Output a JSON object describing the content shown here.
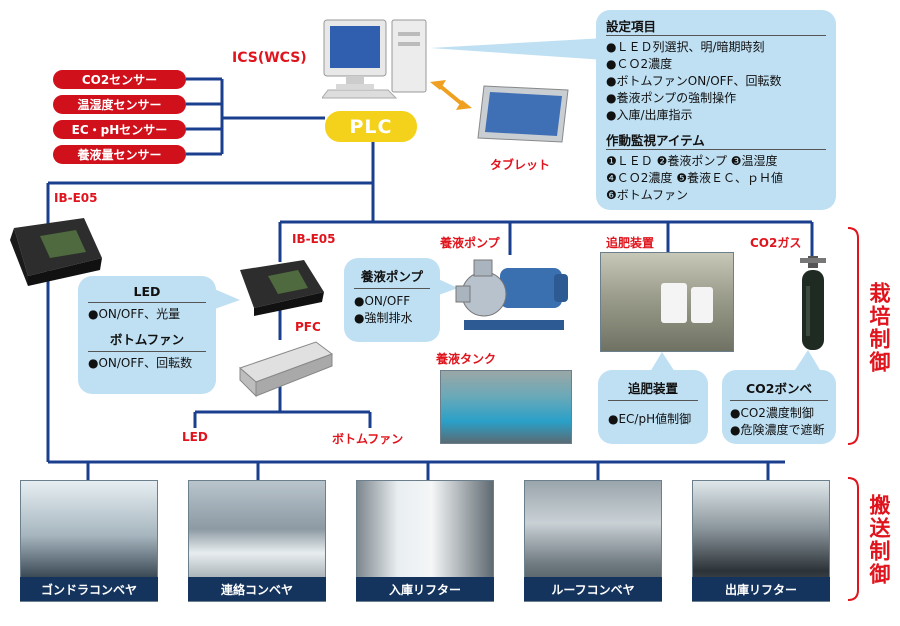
{
  "header": {
    "system_label": "ICS(WCS)",
    "plc_label": "PLC",
    "tablet_label": "タブレット"
  },
  "sensors": [
    "CO2センサー",
    "温湿度センサー",
    "EC・pHセンサー",
    "養液量センサー"
  ],
  "settings_panel": {
    "title": "設定項目",
    "items": [
      "●ＬＥＤ列選択、明/暗期時刻",
      "●ＣＯ2濃度",
      "●ボトムファンON/OFF、回転数",
      "●養液ポンプの強制操作",
      "●入庫/出庫指示"
    ],
    "monitor_title": "作動監視アイテム",
    "monitor_items": [
      "❶ＬＥＤ ❷養液ポンプ ❸温湿度",
      "❹ＣＯ2濃度 ❺養液ＥＣ、ｐＨ値",
      "❻ボトムファン"
    ]
  },
  "devices": {
    "ib_left": "IB-E05",
    "ib_center": "IB-E05",
    "pfc": "PFC",
    "led": "LED",
    "bottom_fan": "ボトムファン",
    "pump": "養液ポンプ",
    "tank": "養液タンク",
    "fertilizer": "追肥装置",
    "co2_gas": "CO2ガス"
  },
  "led_bubble": {
    "title": "LED",
    "item1": "●ON/OFF、光量",
    "title2": "ボトムファン",
    "item2": "●ON/OFF、回転数"
  },
  "pump_bubble": {
    "title": "養液ポンプ",
    "item1": "●ON/OFF",
    "item2": "●強制排水"
  },
  "fert_bubble": {
    "title": "追肥装置",
    "item1": "●EC/pH値制御"
  },
  "co2_bubble": {
    "title": "CO2ボンベ",
    "item1": "●CO2濃度制御",
    "item2": "●危険濃度で遮断"
  },
  "conveyors": [
    "ゴンドラコンベヤ",
    "連絡コンベヤ",
    "入庫リフター",
    "ルーフコンベヤ",
    "出庫リフター"
  ],
  "side_labels": {
    "cultivation": "栽培制御",
    "transport": "搬送制御"
  },
  "colors": {
    "line": "#1b3f8f",
    "red": "#e0141d",
    "bubble": "#bfe0f3",
    "plc": "#f4d21b",
    "caption": "#14345e"
  }
}
